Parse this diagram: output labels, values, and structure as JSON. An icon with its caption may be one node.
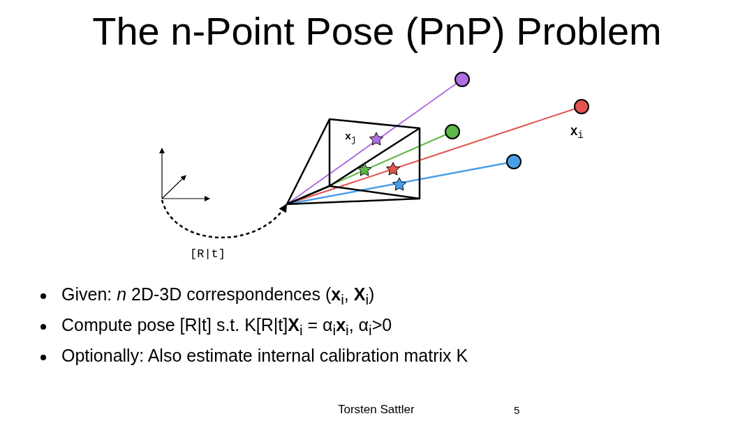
{
  "diagram": {
    "title": "The n-Point Pose (PnP) Problem",
    "labels": [
      "**x**$_{j}$",
      "**X**$_{i}$",
      "[R|t]",
      "Given: *n* 2D-3D correspondences (**x**$_{i}$, **X**$_{i}$)",
      "Compute pose [R|t] s.t. K[R|t]**X**$_{i}$ = α$_{i}$**x**$_{i}$, α$_{i}$>0",
      "Optionally: Also estimate internal calibration matrix K",
      "Torsten Sattler",
      "5"
    ]
  }
}
